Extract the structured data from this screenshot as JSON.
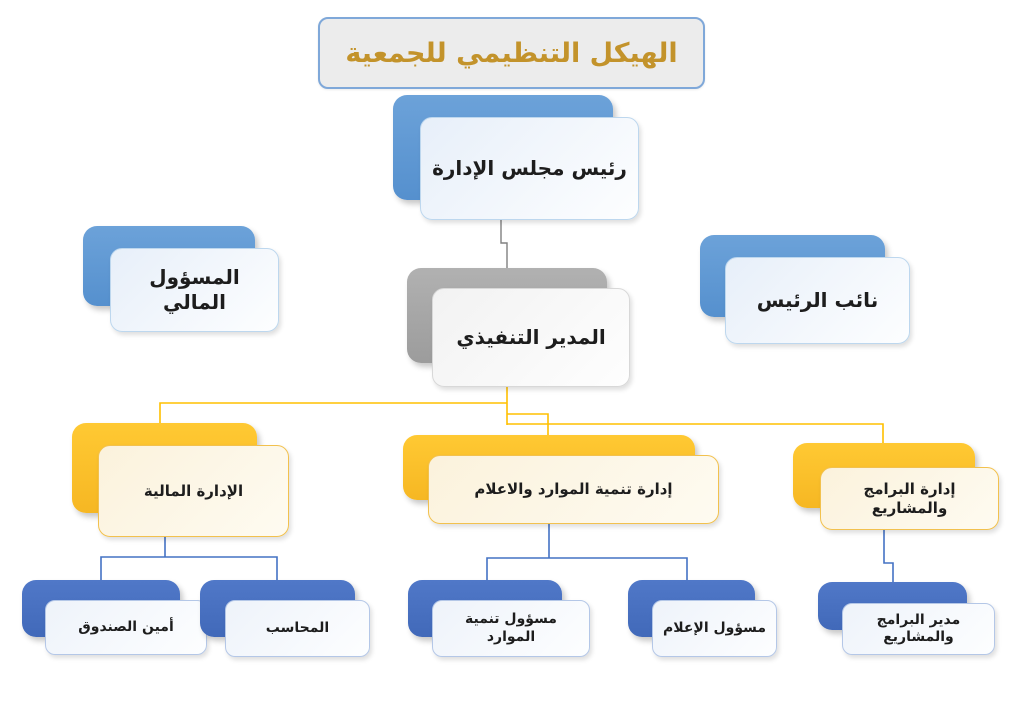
{
  "title": {
    "text": "الهيكل التنظيمي للجمعية"
  },
  "nodes": {
    "chairman": {
      "label": "رئيس مجلس الإدارة"
    },
    "financial_officer": {
      "label": "المسؤول المالي"
    },
    "vice_president": {
      "label": "نائب الرئيس"
    },
    "executive_director": {
      "label": "المدير التنفيذي"
    },
    "finance_dept": {
      "label": "الإدارة المالية"
    },
    "resources_media_dept": {
      "label": "إدارة تنمية الموارد والاعلام"
    },
    "programs_projects_dept": {
      "label": "إدارة البرامج والمشاريع"
    },
    "treasurer": {
      "label": "أمين الصندوق"
    },
    "accountant": {
      "label": "المحاسب"
    },
    "resources_officer": {
      "label": "مسؤول تنمية الموارد"
    },
    "media_officer": {
      "label": "مسؤول الإعلام"
    },
    "programs_manager": {
      "label": "مدير البرامج والمشاريع"
    }
  },
  "palette": {
    "top_level_blue": "#5B9BD5",
    "child_blue": "#4472C4",
    "department_gold": "#FFC000",
    "executive_gray": "#A6A6A6",
    "title_text_gold": "#C3932B",
    "connector_gray": "#808080",
    "connector_gold": "#FFC000",
    "connector_blue": "#4472C4"
  }
}
